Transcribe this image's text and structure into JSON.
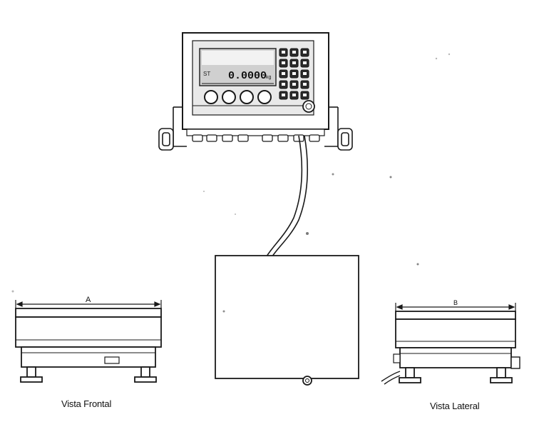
{
  "indicator": {
    "display_value": "0.0000",
    "display_unit": "kg",
    "display_side_mark": "ST",
    "keypad_rows": 5,
    "keypad_cols": 3,
    "front_buttons": 4
  },
  "dimensions": {
    "front_label": "A",
    "side_label": "B"
  },
  "captions": {
    "front": "Vista Frontal",
    "side": "Vista Lateral"
  },
  "colors": {
    "line": "#1a1a1a",
    "fill": "#ffffff",
    "panel": "#e9e9e9",
    "display": "#d0d0d0"
  }
}
